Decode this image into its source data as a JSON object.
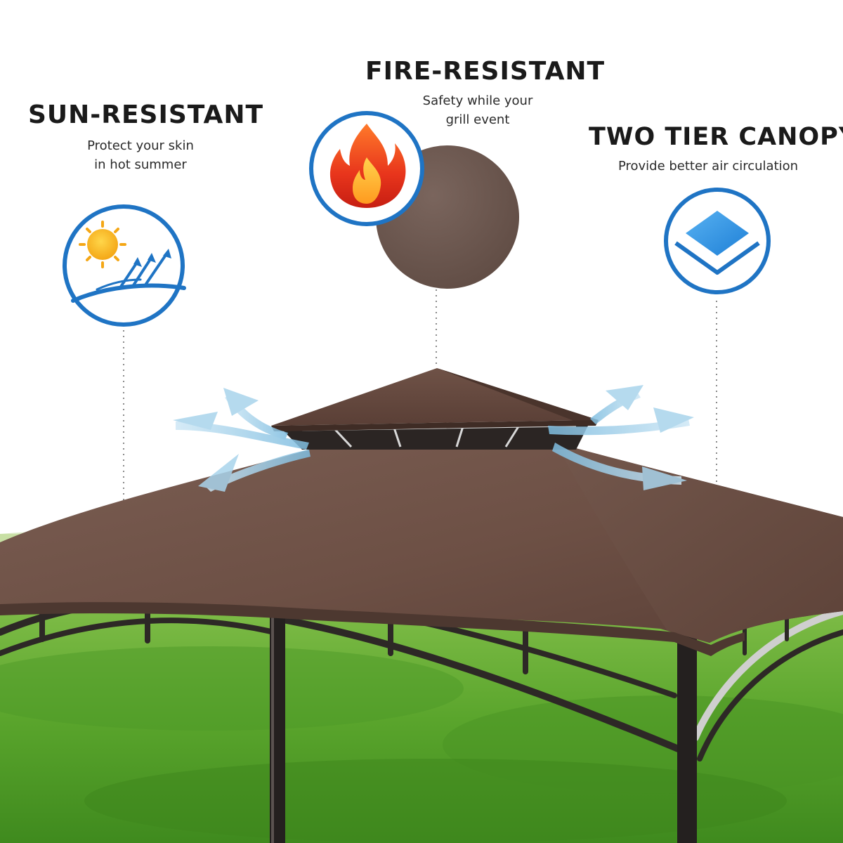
{
  "features": [
    {
      "id": "sun",
      "title": "SUN-RESISTANT",
      "desc_lines": [
        "Protect your skin",
        "in hot summer"
      ]
    },
    {
      "id": "fire",
      "title": "FIRE-RESISTANT",
      "desc_lines": [
        "Safety while your",
        "grill event"
      ]
    },
    {
      "id": "tier",
      "title": "TWO TIER CANOPY",
      "desc_lines": [
        "Provide better air circulation"
      ]
    }
  ],
  "icons": [
    "sun-wind-icon",
    "fire-icon",
    "two-tier-canopy-icon"
  ],
  "colors": {
    "icon_ring": "#1f74c4",
    "canopy_brown": "#6b4f45",
    "fabric_swatch": "#6e5a52",
    "frame": "#2a2624",
    "grass": "#5aa52c",
    "airflow": "#8fc6e2"
  }
}
